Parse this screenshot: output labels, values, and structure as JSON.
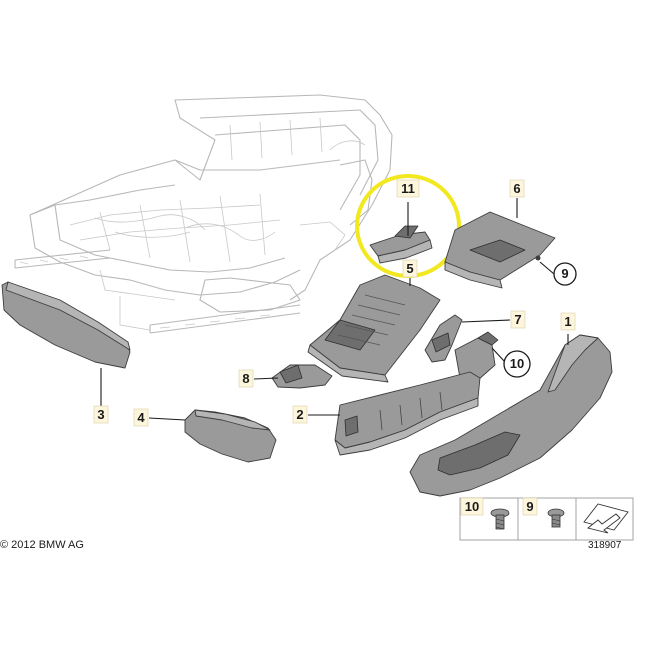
{
  "diagram": {
    "highlight_color": "#f2e81f",
    "part_labels": [
      "1",
      "2",
      "3",
      "4",
      "5",
      "6",
      "7",
      "8",
      "9",
      "10",
      "11"
    ],
    "legend_labels": [
      "10",
      "9"
    ],
    "copyright": "© 2012 BMW AG",
    "drawing_number": "318907"
  }
}
